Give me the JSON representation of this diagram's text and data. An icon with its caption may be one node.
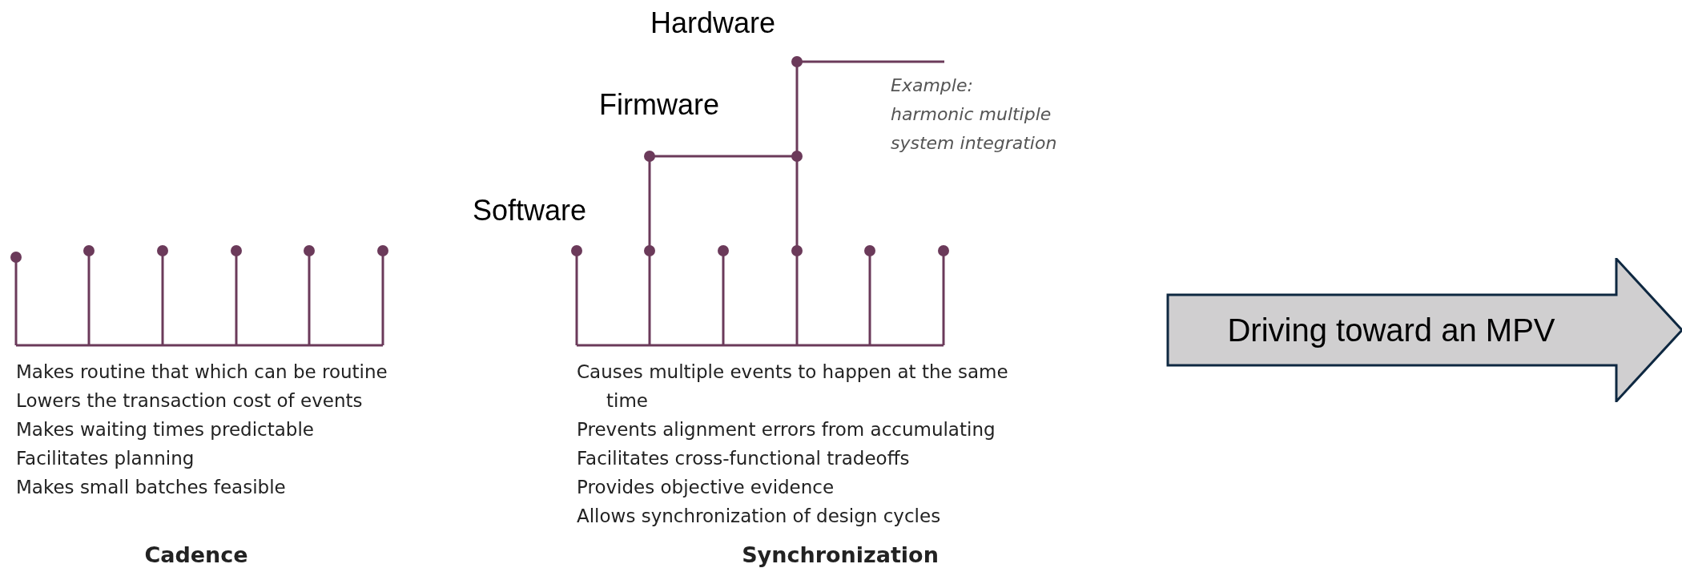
{
  "diagram": {
    "nodes": [
      {
        "text": [
          "Driving toward an MPV"
        ]
      }
    ],
    "labels": [
      "Hardware",
      "Example:",
      "harmonic multiple system integration",
      "Firmware",
      "Software",
      "Makes routine that which can be routine",
      "Lowers the transaction cost of events",
      "Makes waiting times predictable",
      "Facilitates planning",
      "Makes small batches feasible",
      "Causes multiple events to happen at the same time",
      "Prevents alignment errors from accumulating",
      "Facilitates cross-functional tradeoffs",
      "Provides objective evidence",
      "Allows synchronization of design cycles",
      "Cadence",
      "Synchronization"
    ]
  }
}
